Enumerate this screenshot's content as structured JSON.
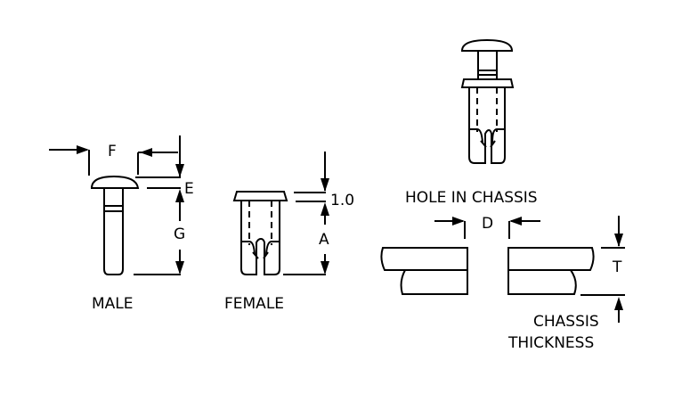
{
  "labels": {
    "male": "MALE",
    "female": "FEMALE",
    "hole_in_chassis": "HOLE IN CHASSIS",
    "chassis": "CHASSIS",
    "thickness": "THICKNESS"
  },
  "dimensions": {
    "f": "F",
    "e": "E",
    "g": "G",
    "one": "1.0",
    "a": "A",
    "d": "D",
    "t": "T"
  },
  "colors": {
    "line": "#000000",
    "background": "#ffffff"
  }
}
